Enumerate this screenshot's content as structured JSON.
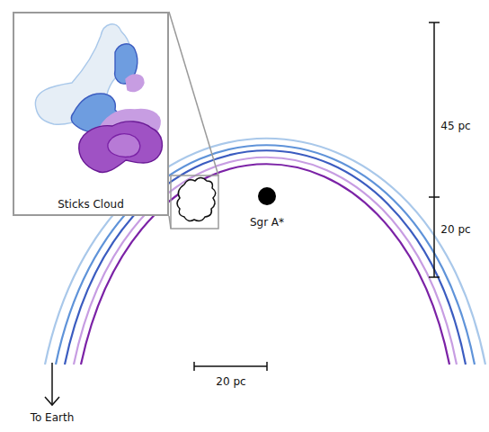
{
  "diagram": {
    "nodes": [
      {
        "text": [
          "Sticks Cloud"
        ]
      }
    ],
    "labels": [
      "Sgr A*",
      "45 pc",
      "20 pc",
      "20 pc",
      "To Earth"
    ]
  }
}
